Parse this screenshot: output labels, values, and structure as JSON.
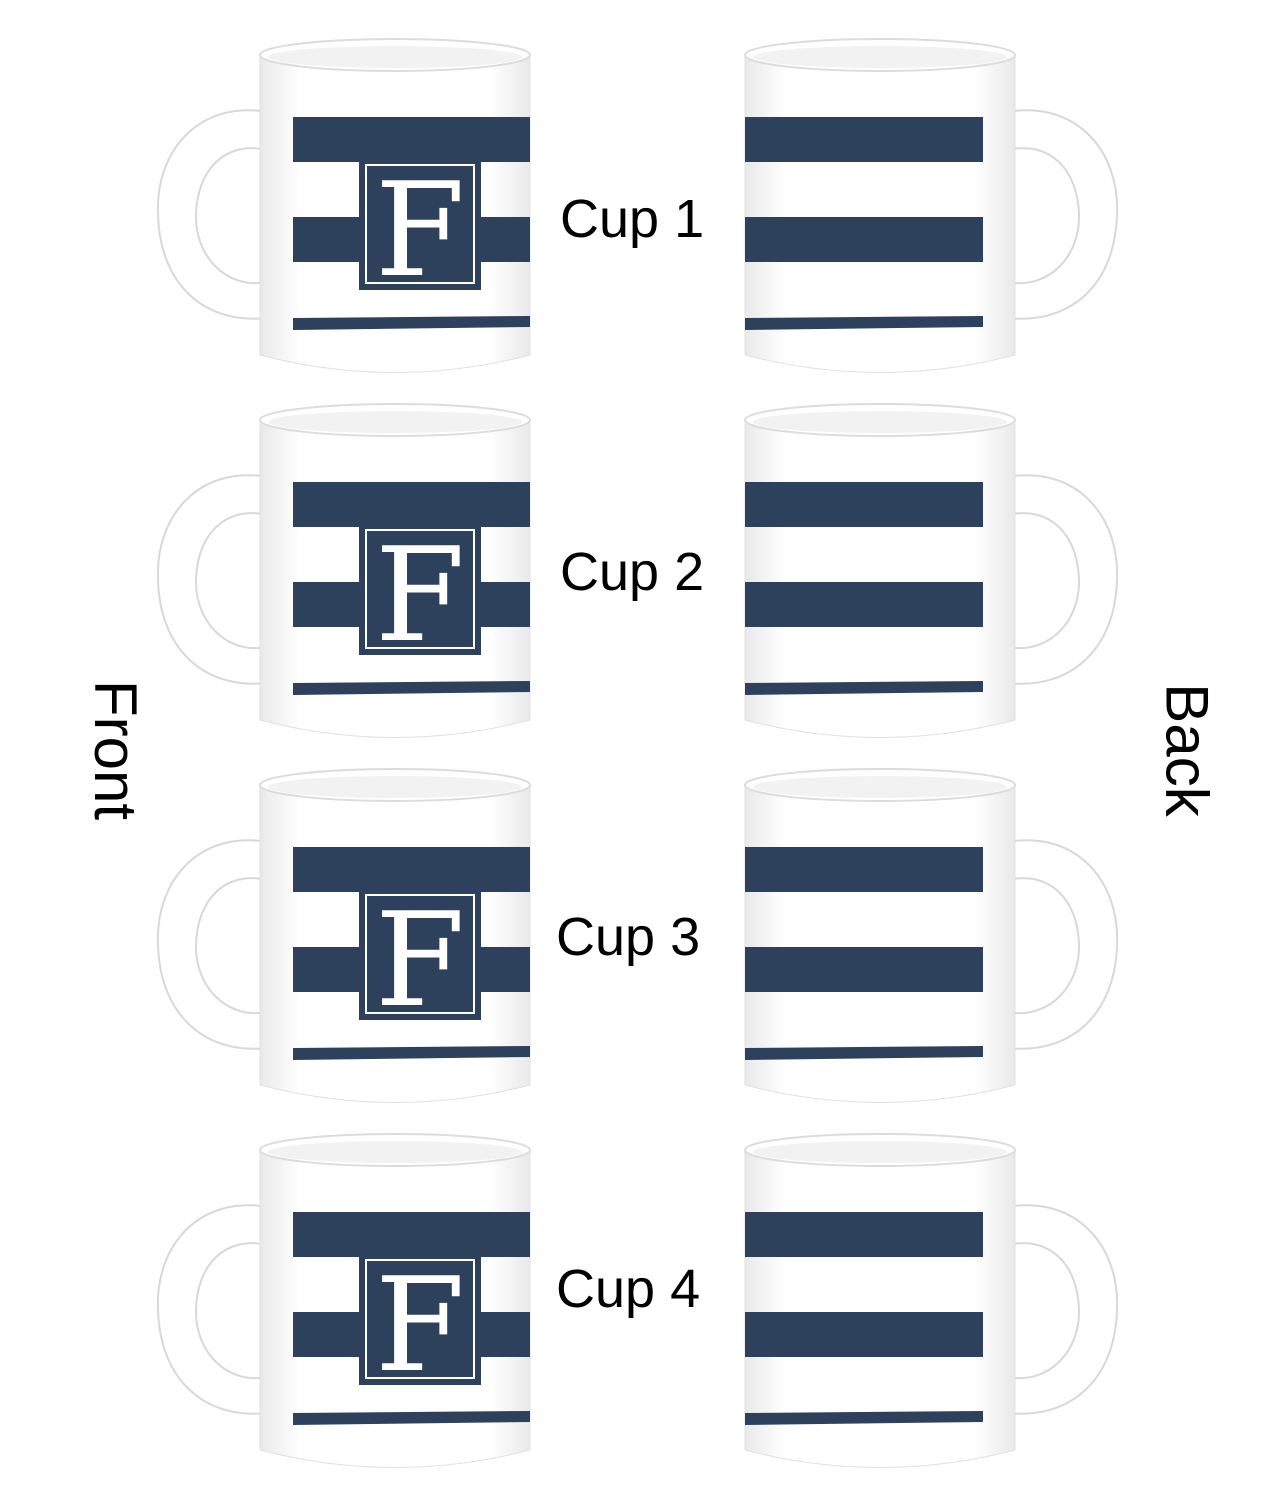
{
  "side_labels": {
    "front": "Front",
    "back": "Back"
  },
  "cups": [
    {
      "label": "Cup 1",
      "monogram": "F"
    },
    {
      "label": "Cup 2",
      "monogram": "F"
    },
    {
      "label": "Cup 3",
      "monogram": "F"
    },
    {
      "label": "Cup 4",
      "monogram": "F"
    }
  ],
  "colors": {
    "stripe": "#2d405c",
    "mug": "#ffffff",
    "shade": "#e6e6e6"
  }
}
